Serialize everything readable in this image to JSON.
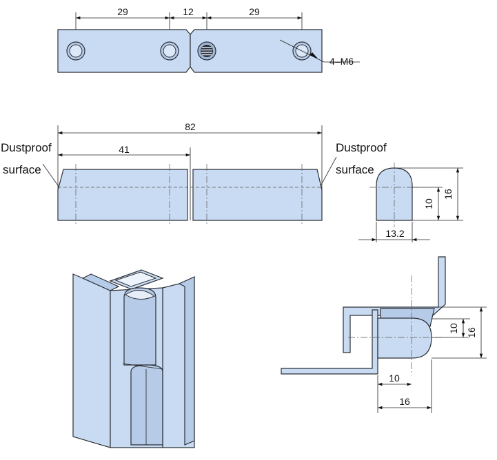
{
  "top_view": {
    "dim_left": "29",
    "dim_middle": "12",
    "dim_right": "29",
    "hole_callout": "4–M6"
  },
  "front_view": {
    "dim_overall": "82",
    "dim_half": "41",
    "dustproof_left_line1": "Dustproof",
    "dustproof_left_line2": "surface",
    "dustproof_right_line1": "Dustproof",
    "dustproof_right_line2": "surface"
  },
  "side_view": {
    "dim_height_total": "16",
    "dim_height_body": "10",
    "dim_width": "13.2"
  },
  "install_view": {
    "dim_height_body": "10",
    "dim_height_total": "16",
    "dim_width_body": "10",
    "dim_width_total": "16"
  },
  "colors": {
    "part_fill": "#c9dbf2",
    "outline": "#2b2f36"
  }
}
